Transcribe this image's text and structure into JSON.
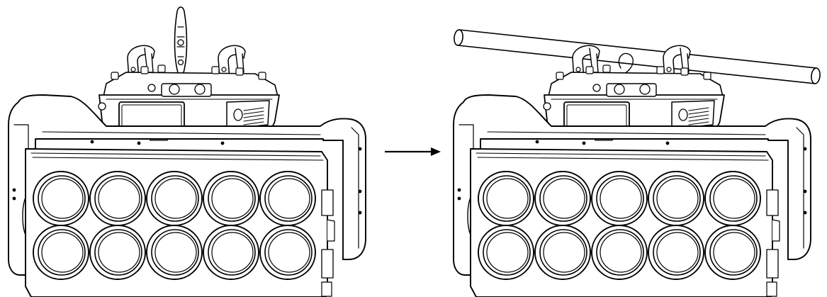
{
  "figure": {
    "background": "#ffffff",
    "ink_color": "#000000",
    "panels": [
      {
        "id": "left",
        "label": "",
        "fixture": {
          "lens_rows": 2,
          "lens_columns": 5,
          "has_top_clamps": true,
          "has_safety_cable": true,
          "has_truss_pipe": false
        }
      },
      {
        "id": "right",
        "label": "",
        "fixture": {
          "lens_rows": 2,
          "lens_columns": 5,
          "has_top_clamps": true,
          "has_safety_cable": true,
          "has_truss_pipe": true
        }
      }
    ],
    "connector": {
      "icon": "arrow-right-icon",
      "meaning": "step-sequence"
    }
  }
}
